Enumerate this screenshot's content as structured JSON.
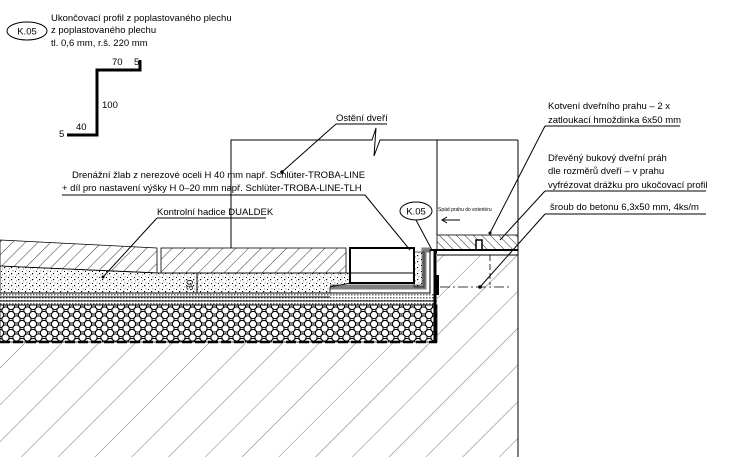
{
  "profile": {
    "tag": "K.05",
    "description": [
      "Ukončovací profil z poplastovaného plechu",
      "z poplastovaného plechu",
      "tl. 0,6 mm, r.š. 220 mm"
    ],
    "dims": {
      "top": "70",
      "top_lip": "5",
      "vertical": "100",
      "bottom": "40",
      "bottom_lip": "5"
    }
  },
  "labels": {
    "door_jamb": "Ostění dveří",
    "drain_line1": "Drenážní žlab z nerezové oceli H 40 mm např. Schlüter-TROBA-LINE",
    "drain_line2": "+ díl pro nastavení výšky H 0–20 mm např. Schlüter-TROBA-LINE-TLH",
    "control_hose": "Kontrolní hadice DUALDEK",
    "anchoring_line1": "Kotvení dveřního prahu – 2 x",
    "anchoring_line2": "zatloukací hmoždinka 6x50 mm",
    "threshold_line1": "Dřevěný bukový dveřní práh",
    "threshold_line2": "dle rozměrů dveří – v prahu",
    "threshold_line3": "vyfrézovat drážku pro ukočovací profil",
    "screw": "šroub do betonu 6,3x50 mm, 4ks/m",
    "slope": "Spád prahu do exteriéru",
    "detail_tag": "K.05",
    "dimension_30": "30"
  }
}
